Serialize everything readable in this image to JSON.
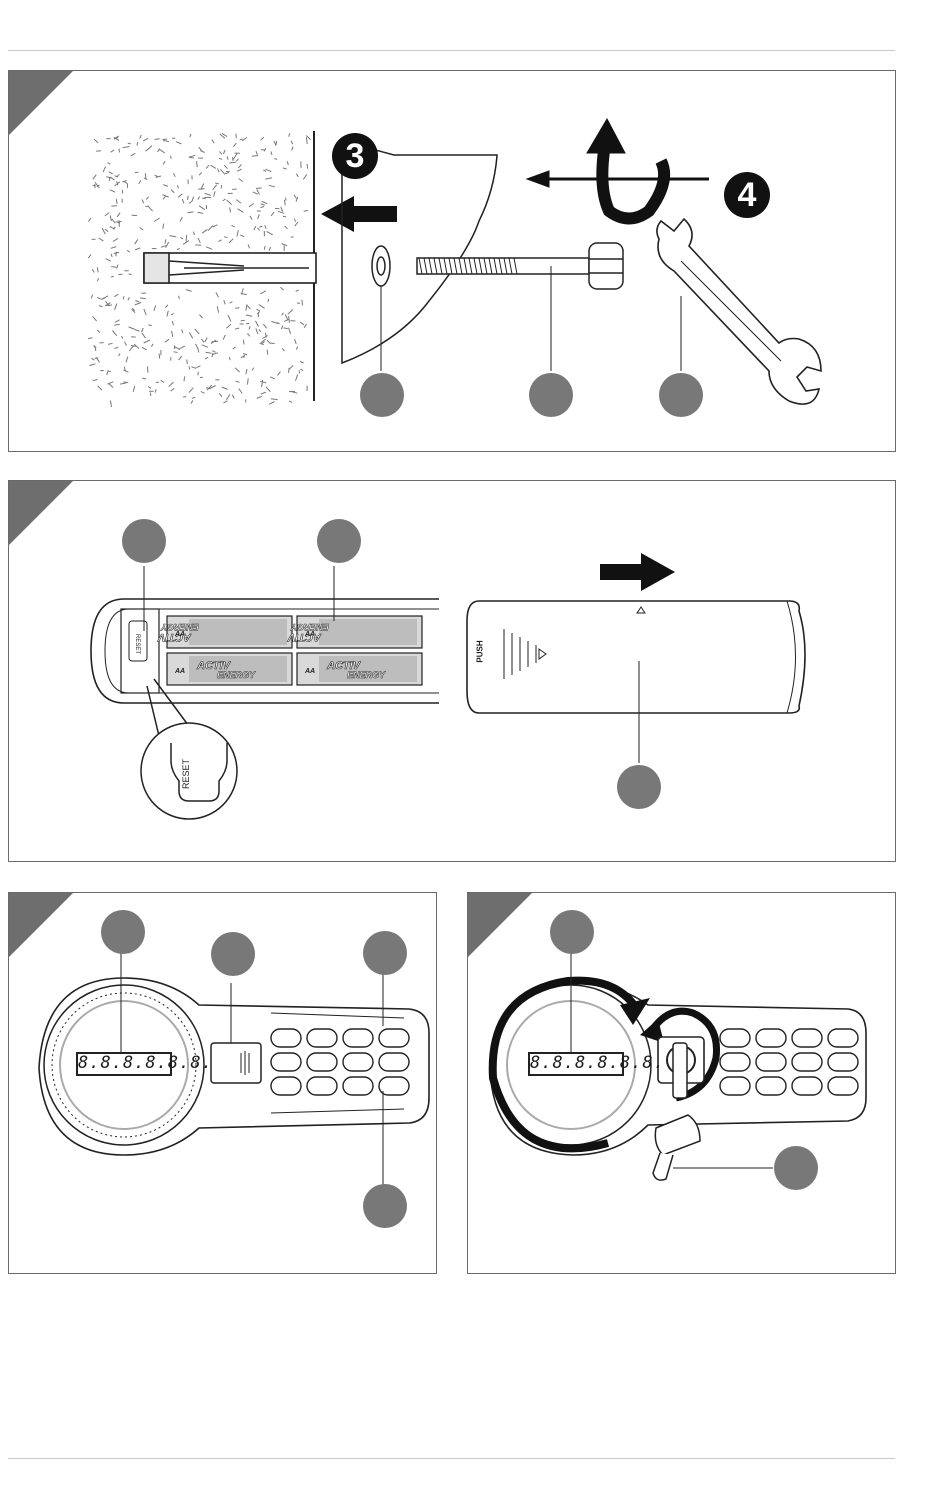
{
  "panels": {
    "mounting": {
      "step_left": "3",
      "step_right": "4"
    },
    "battery": {
      "reset_small": "RESET",
      "reset_zoom": "RESET",
      "push_label": "PUSH",
      "battery_brand_line1": "ACTIV",
      "battery_brand_line2": "ENERGY",
      "battery_sub": "SUPER ALKALINE",
      "battery_size": "AA",
      "battery_plus": "+",
      "battery_minus": "-"
    },
    "keypad": {
      "display": "8.8.8.8.8.8."
    },
    "key_lock": {
      "display": "8.8.8.8.8.8."
    }
  }
}
